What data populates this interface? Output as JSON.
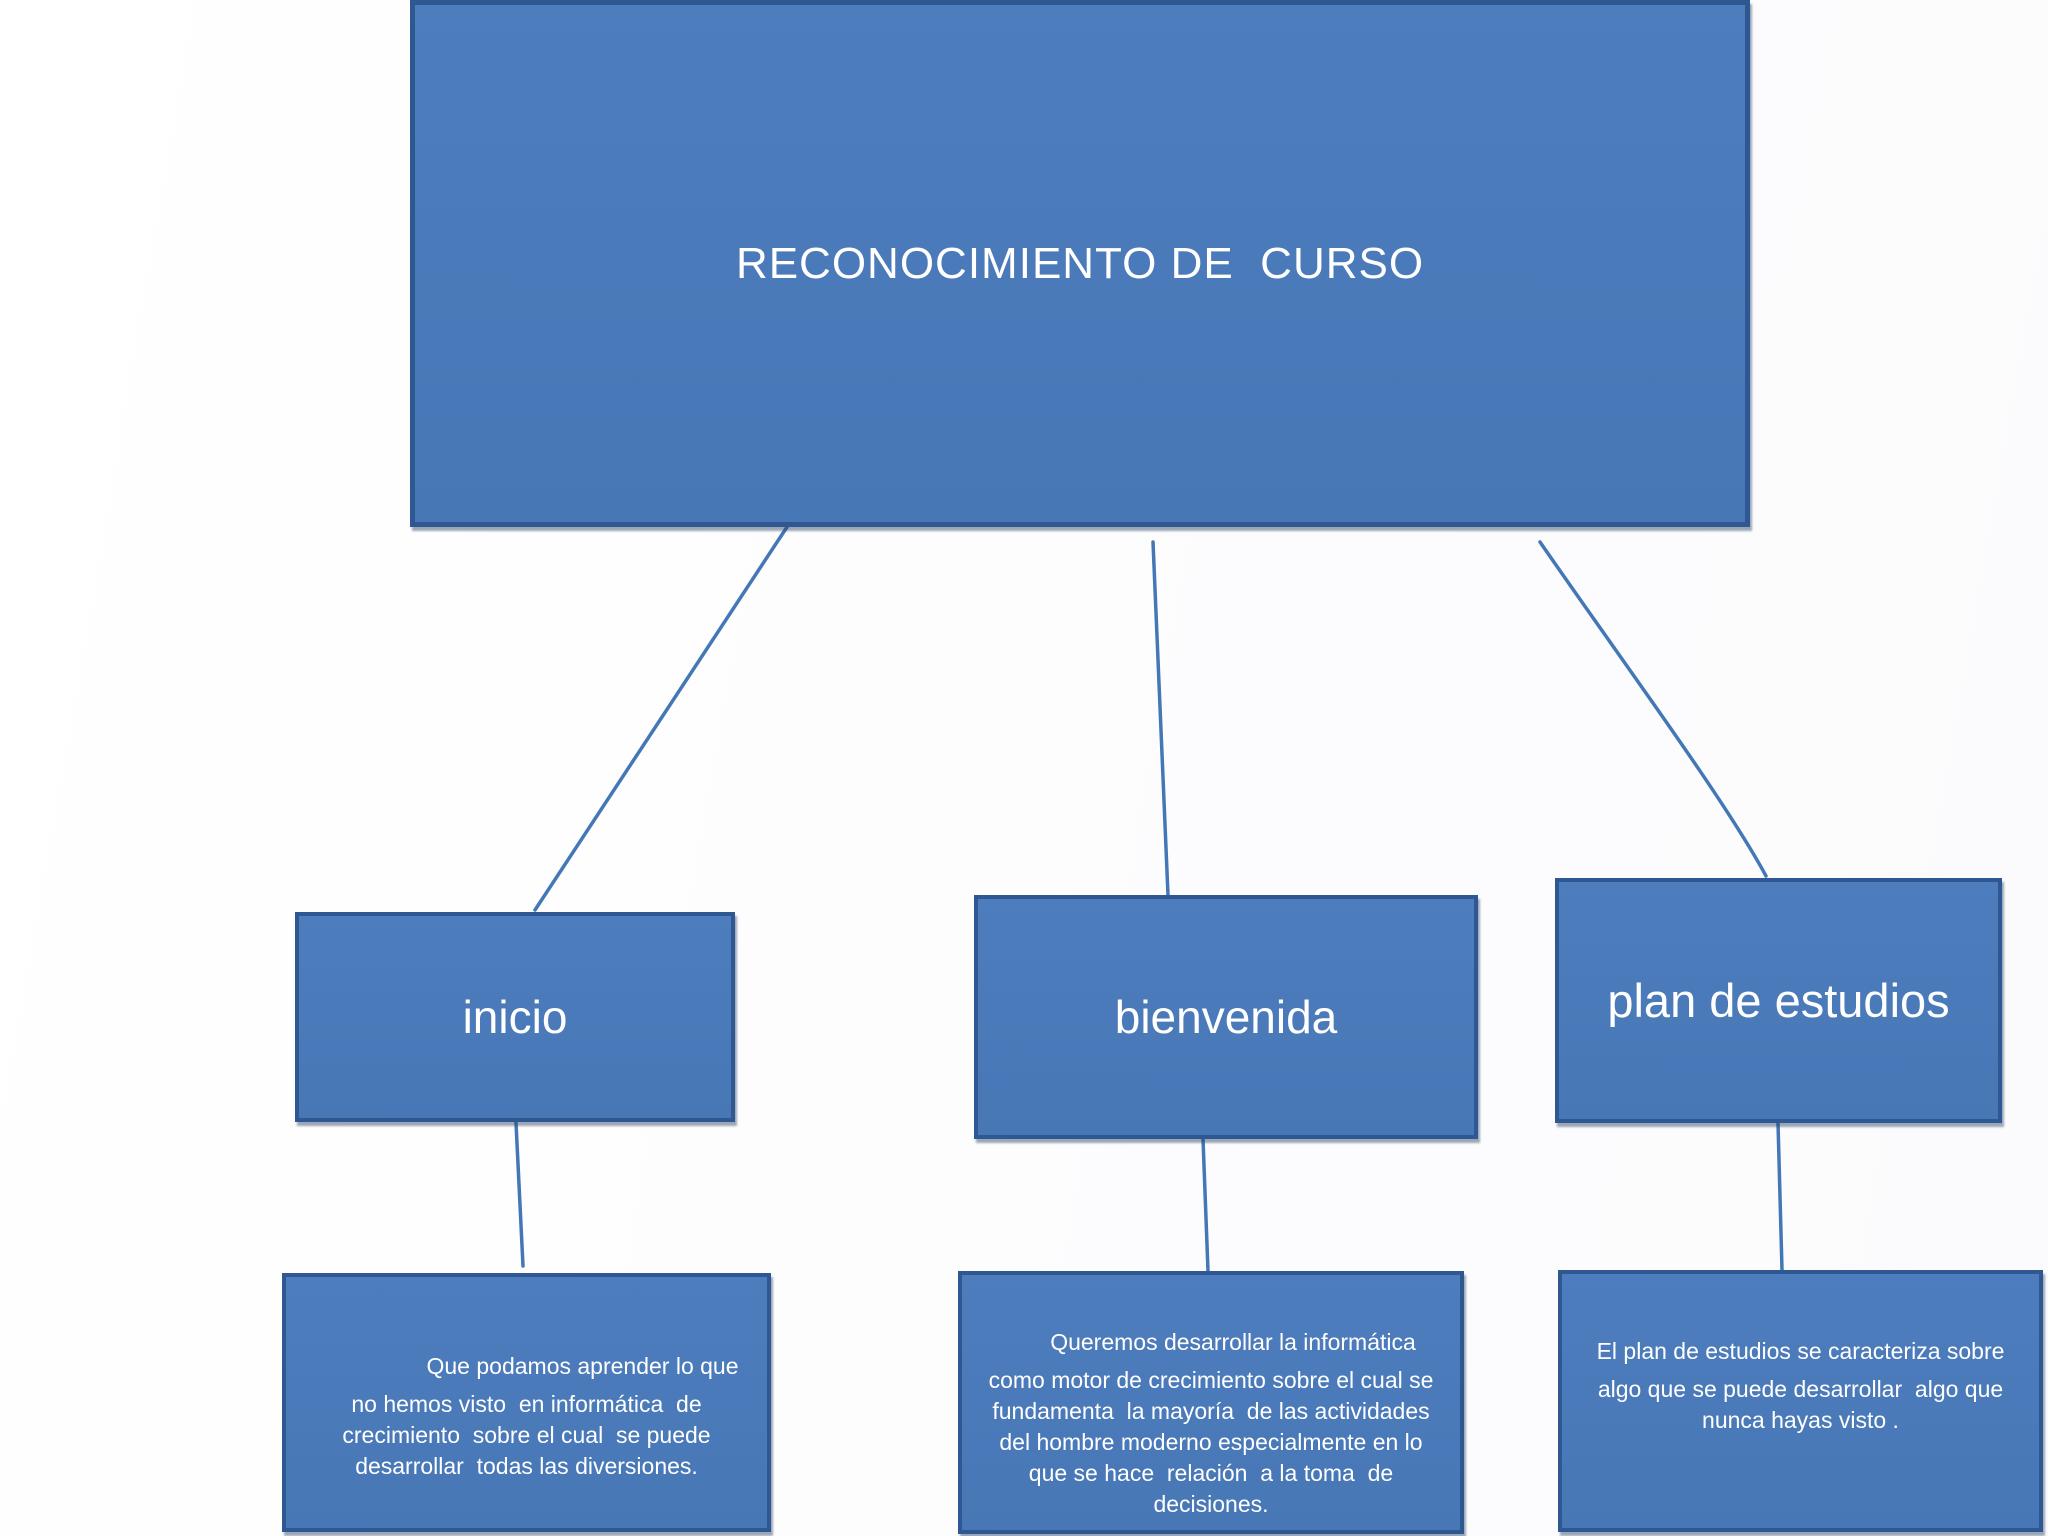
{
  "diagram": {
    "root": {
      "label": "RECONOCIMIENTO DE  CURSO"
    },
    "nodes": [
      {
        "id": "inicio",
        "label": "inicio",
        "description_lines": [
          "Que podamos aprender lo que",
          "no hemos visto  en informática  de",
          "crecimiento  sobre el cual  se puede",
          "desarrollar  todas las diversiones."
        ]
      },
      {
        "id": "bienvenida",
        "label": "bienvenida",
        "description_lines": [
          "Queremos desarrollar la informática",
          "como motor de crecimiento sobre el cual se",
          "fundamenta  la mayoría  de las actividades",
          "del hombre moderno especialmente en lo",
          "que se hace  relación  a la toma  de",
          "decisiones."
        ]
      },
      {
        "id": "plan_de_estudios",
        "label": "plan de estudios",
        "description_lines": [
          "El plan de estudios se caracteriza sobre",
          "algo que se puede desarrollar  algo que",
          "nunca hayas visto ."
        ]
      }
    ],
    "colors": {
      "node_fill": "#4d7dbd",
      "node_fill_dark": "#4777b5",
      "node_border": "#2f5791",
      "connector": "#4377b6",
      "node_text": "#ffffff",
      "background": "#ffffff"
    }
  }
}
